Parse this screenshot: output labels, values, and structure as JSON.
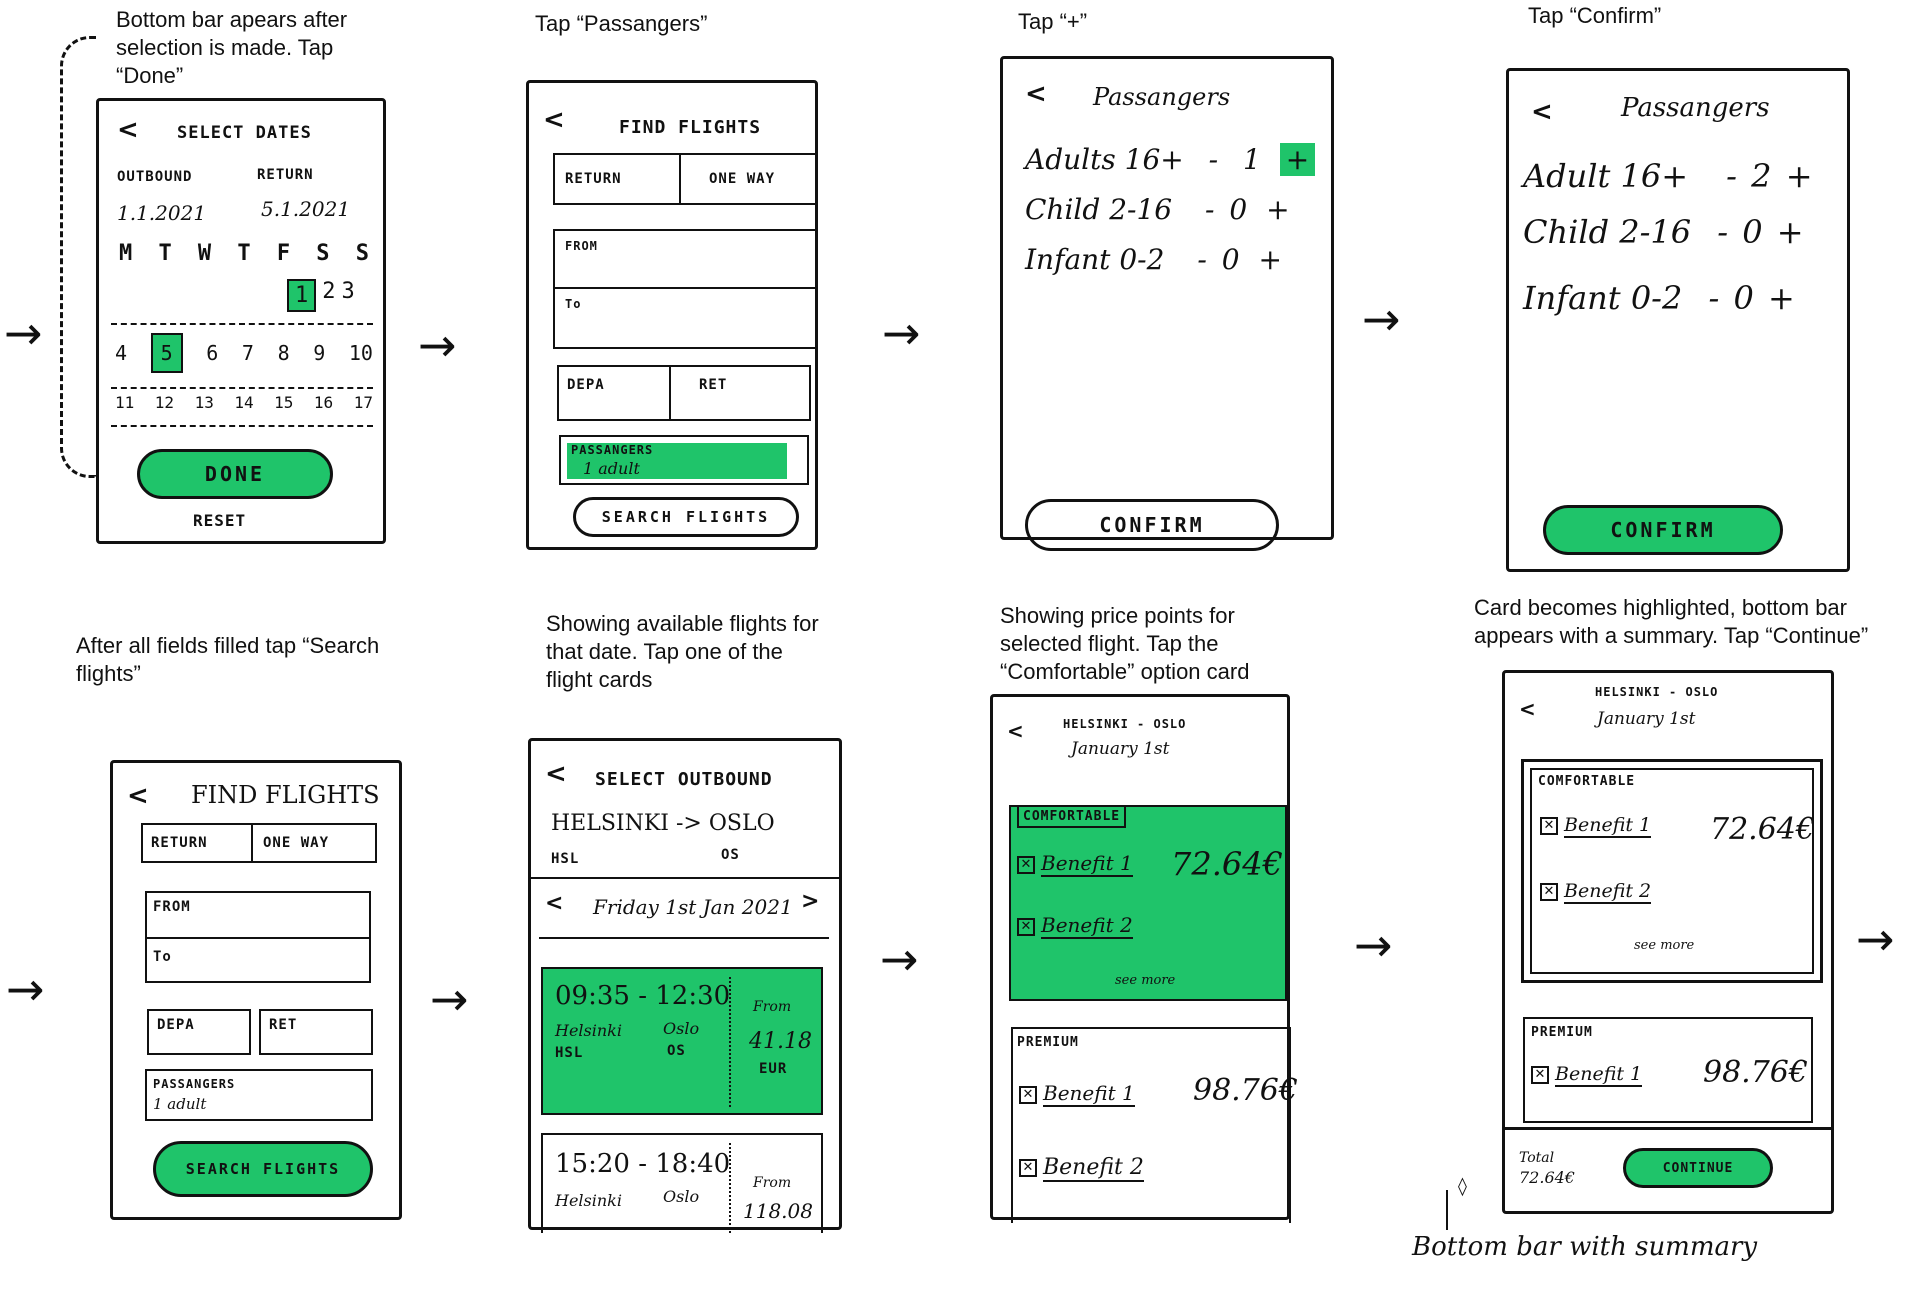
{
  "arrow_glyph": "→",
  "captions": [
    "Bottom bar apears after\nselection is made. Tap\n“Done”",
    "Tap “Passangers”",
    "Tap “+”",
    "Tap “Confirm”",
    "After all fields filled tap “Search\nflights”",
    "Showing available flights for\nthat date. Tap one of the\nflight cards",
    "Showing price points for\nselected flight. Tap the\n“Comfortable” option card",
    "Card becomes highlighted, bottom bar\nappears with a summary. Tap “Continue”"
  ],
  "screen1": {
    "back": "<",
    "title": "SELECT DATES",
    "outbound_label": "OUTBOUND",
    "return_label": "RETURN",
    "outbound_date": "1.1.2021",
    "return_date": "5.1.2021",
    "weekdays": [
      "M",
      "T",
      "W",
      "T",
      "F",
      "S",
      "S"
    ],
    "row1": [
      "1",
      "2",
      "3"
    ],
    "row2": [
      "4",
      "5",
      "6",
      "7",
      "8",
      "9",
      "10"
    ],
    "row3": [
      "11",
      "12",
      "13",
      "14",
      "15",
      "16",
      "17"
    ],
    "done": "DONE",
    "reset": "RESET"
  },
  "screen2": {
    "back": "<",
    "title": "FIND FLIGHTS",
    "return_tab": "RETURN",
    "oneway_tab": "ONE WAY",
    "from": "FROM",
    "to": "To",
    "dep": "DEPA",
    "ret": "RET",
    "passengers_label": "PASSANGERS",
    "passengers_value": "1 adult",
    "search": "SEARCH FLIGHTS"
  },
  "screen3": {
    "back": "<",
    "title": "Passangers",
    "rows": [
      {
        "label": "Adults 16+",
        "minus": "-",
        "value": "1",
        "plus": "+"
      },
      {
        "label": "Child 2-16",
        "minus": "-",
        "value": "0",
        "plus": "+"
      },
      {
        "label": "Infant 0-2",
        "minus": "-",
        "value": "0",
        "plus": "+"
      }
    ],
    "confirm": "CONFIRM"
  },
  "screen4": {
    "back": "<",
    "title": "Passangers",
    "rows": [
      {
        "label": "Adult 16+",
        "minus": "-",
        "value": "2",
        "plus": "+"
      },
      {
        "label": "Child 2-16",
        "minus": "-",
        "value": "0",
        "plus": "+"
      },
      {
        "label": "Infant 0-2",
        "minus": "-",
        "value": "0",
        "plus": "+"
      }
    ],
    "confirm": "CONFIRM"
  },
  "screen5": {
    "back": "<",
    "title": "FIND FLIGHTS",
    "return_tab": "RETURN",
    "oneway_tab": "ONE WAY",
    "from": "FROM",
    "to": "To",
    "dep": "DEPA",
    "ret": "RET",
    "passengers_label": "PASSANGERS",
    "passengers_value": "1 adult",
    "search": "SEARCH FLIGHTS"
  },
  "screen6": {
    "back": "<",
    "title": "SELECT OUTBOUND",
    "route": "HELSINKI -> OSLO",
    "codes_from": "HSL",
    "codes_to": "OS",
    "date": "Friday 1st Jan 2021",
    "prev": "<",
    "next": ">",
    "flight1": {
      "time": "09:35 - 12:30",
      "from_city": "Helsinki",
      "to_city": "Oslo",
      "from_code": "HSL",
      "to_code": "OS",
      "from_label": "From",
      "price": "41.18",
      "currency": "EUR"
    },
    "flight2": {
      "time": "15:20 - 18:40",
      "from_city": "Helsinki",
      "to_city": "Oslo",
      "from_label": "From",
      "price": "118.08"
    }
  },
  "screen7": {
    "back": "<",
    "route": "HELSINKI - OSLO",
    "date": "January 1st",
    "comfortable": {
      "label": "COMFORTABLE",
      "benefit1": "Benefit 1",
      "benefit2": "Benefit 2",
      "price": "72.64€",
      "see_more": "see more"
    },
    "premium": {
      "label": "PREMIUM",
      "benefit1": "Benefit 1",
      "benefit2": "Benefit 2",
      "price": "98.76€"
    }
  },
  "screen8": {
    "back": "<",
    "route": "HELSINKI - OSLO",
    "date": "January 1st",
    "comfortable": {
      "label": "COMFORTABLE",
      "benefit1": "Benefit 1",
      "benefit2": "Benefit 2",
      "price": "72.64€",
      "see_more": "see more"
    },
    "premium": {
      "label": "PREMIUM",
      "benefit1": "Benefit 1",
      "price": "98.76€"
    },
    "total_label": "Total",
    "total_value": "72.64€",
    "continue": "CONTINUE"
  },
  "annotation": "Bottom bar with summary"
}
